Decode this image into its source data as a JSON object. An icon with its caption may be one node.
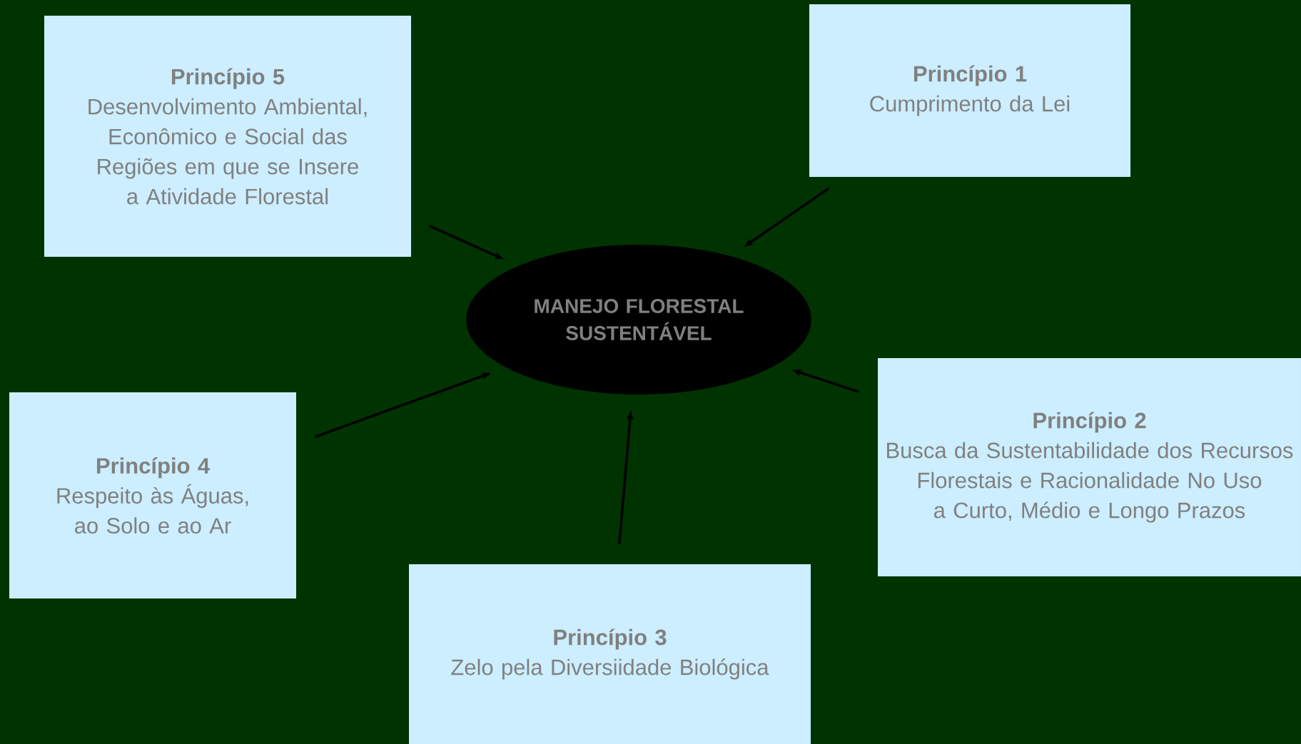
{
  "diagram": {
    "nodes": [
      {
        "text": [
          "Princípio 5",
          "Desenvolvimento Ambiental, Econômico e Social das Regiões em que se Insere a Atividade Florestal"
        ]
      },
      {
        "text": [
          "Princípio 1",
          "Cumprimento da Lei"
        ]
      },
      {
        "text": [
          "MANEJO FLORESTAL SUSTENTÁVEL"
        ]
      },
      {
        "text": [
          "Princípio 4",
          "Respeito às Águas, ao Solo e ao Ar"
        ]
      },
      {
        "text": [
          "Princípio 2",
          "Busca da Sustentabilidade dos Recursos Florestais e Racionalidade No Uso a Curto, Médio e Longo Prazos"
        ]
      },
      {
        "text": [
          "Princípio 3",
          "Zelo pela Diversiidade Biológica"
        ]
      }
    ],
    "edges": [
      {
        "from": 0,
        "to": 2,
        "arrow": "to"
      },
      {
        "from": 1,
        "to": 2,
        "arrow": "to"
      },
      {
        "from": 3,
        "to": 2,
        "arrow": "to"
      },
      {
        "from": 4,
        "to": 2,
        "arrow": "to"
      },
      {
        "from": 5,
        "to": 2,
        "arrow": "to"
      }
    ]
  }
}
